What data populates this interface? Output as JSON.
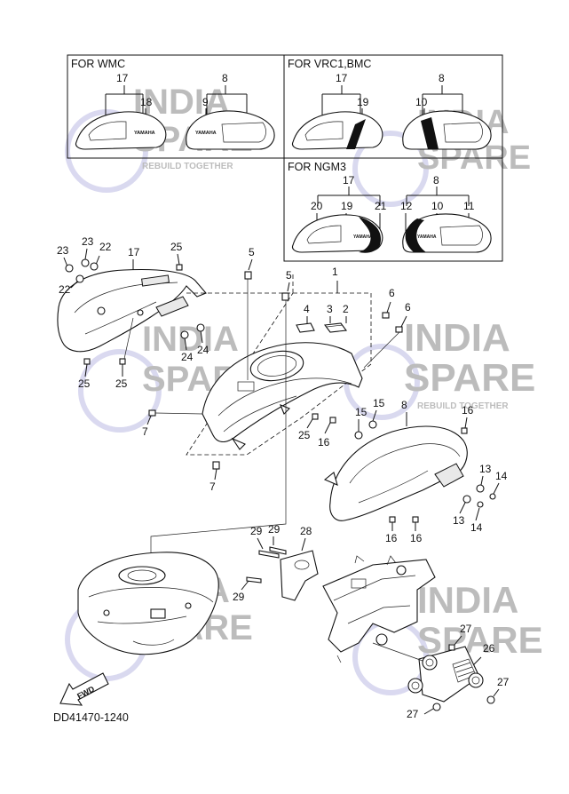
{
  "diagram": {
    "code": "DD41470-1240",
    "fwd_label": "FWD",
    "boxes": {
      "wmc": {
        "header": "FOR WMC",
        "labels": [
          "17",
          "18",
          "8",
          "9"
        ]
      },
      "vrc": {
        "header": "FOR VRC1,BMC",
        "labels": [
          "17",
          "19",
          "8",
          "10"
        ]
      },
      "ngm": {
        "header": "FOR NGM3",
        "labels": [
          "17",
          "20",
          "19",
          "21",
          "8",
          "12",
          "10",
          "11"
        ]
      }
    },
    "emblem_text": "YAMAHA",
    "callouts": {
      "c1": "1",
      "c2": "2",
      "c3": "3",
      "c4": "4",
      "c5a": "5",
      "c5b": "5",
      "c6a": "6",
      "c6b": "6",
      "c7a": "7",
      "c7b": "7",
      "c8": "8",
      "c13a": "13",
      "c13b": "13",
      "c14a": "14",
      "c14b": "14",
      "c15a": "15",
      "c15b": "15",
      "c16a": "16",
      "c16b": "16",
      "c16c": "16",
      "c16d": "16",
      "c17": "17",
      "c22a": "22",
      "c22b": "22",
      "c23a": "23",
      "c23b": "23",
      "c24a": "24",
      "c24b": "24",
      "c25a": "25",
      "c25b": "25",
      "c25c": "25",
      "c25d": "25",
      "c26": "26",
      "c27a": "27",
      "c27b": "27",
      "c27c": "27",
      "c28": "28",
      "c29a": "29",
      "c29b": "29",
      "c29c": "29"
    }
  },
  "watermark": {
    "line1": "INDIA",
    "line2": "SPARE",
    "tagline": "REBUILD TOGETHER"
  }
}
